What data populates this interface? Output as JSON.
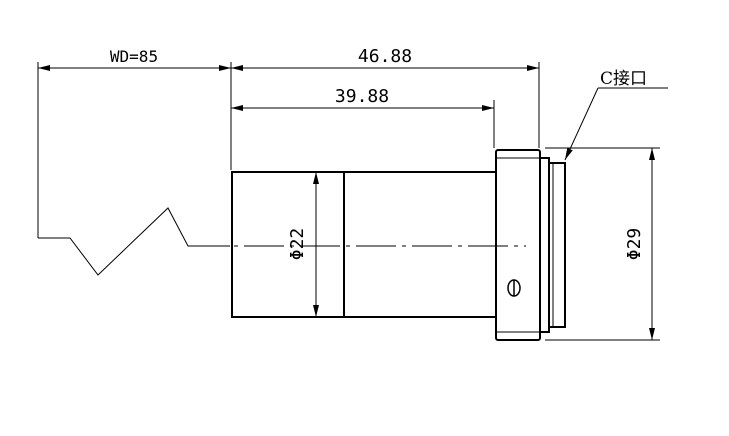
{
  "drawing": {
    "dimensions": {
      "working_distance": "WD=85",
      "total_length": "46.88",
      "body_length": "39.88",
      "body_diameter": "Φ22",
      "mount_diameter": "Φ29"
    },
    "labels": {
      "mount_type": "C接口"
    },
    "colors": {
      "line": "#000000",
      "background": "#ffffff"
    }
  }
}
